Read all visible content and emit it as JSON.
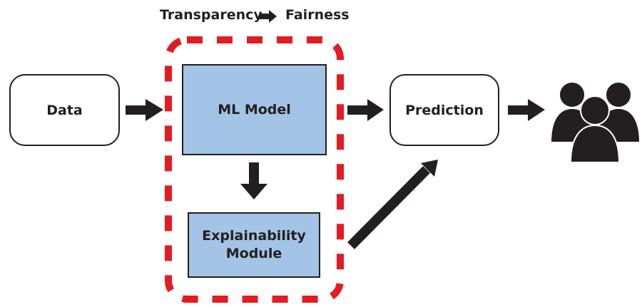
{
  "diagram": {
    "title": {
      "left": "Transparency",
      "right": "Fairness",
      "connector_icon": "right-arrow-icon"
    },
    "nodes": {
      "data": "Data",
      "ml_model": "ML Model",
      "explainability": "Explainability Module",
      "prediction": "Prediction",
      "users_icon": "users-group-icon"
    },
    "edges": [
      {
        "from": "Data",
        "to": "ML Model"
      },
      {
        "from": "ML Model",
        "to": "Explainability Module"
      },
      {
        "from": "ML Model",
        "to": "Prediction"
      },
      {
        "from": "Explainability Module",
        "to": "Prediction"
      },
      {
        "from": "Prediction",
        "to": "Users"
      }
    ],
    "group": {
      "label": "transparency-boundary",
      "style": "dashed",
      "color": "#e31b23"
    },
    "colors": {
      "box_fill": "#a3c4e6",
      "stroke": "#231f20",
      "boundary": "#e31b23"
    }
  }
}
